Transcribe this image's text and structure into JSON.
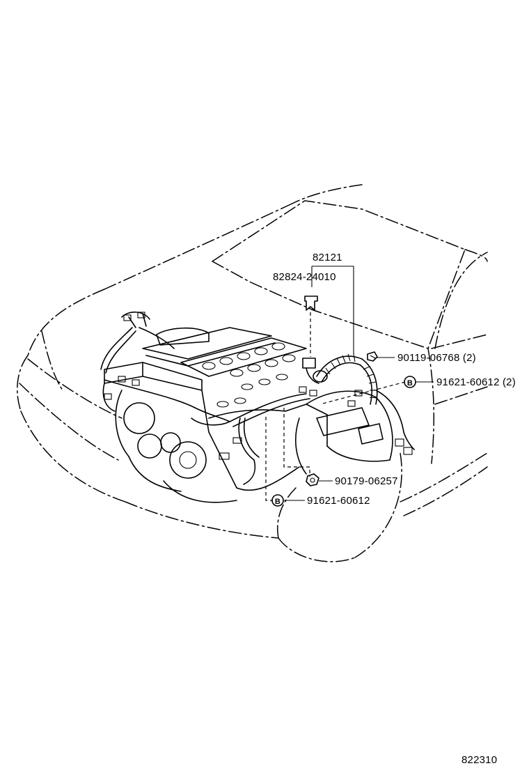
{
  "labels": {
    "assembly": "82121",
    "clamp": "82824-24010",
    "bolt": "90119-06768 (2)",
    "bolt_b_pair": "91621-60612 (2)",
    "nut": "90179-06257",
    "bolt_b_single": "91621-60612",
    "badge_b": "B",
    "illustration_number": "822310"
  }
}
